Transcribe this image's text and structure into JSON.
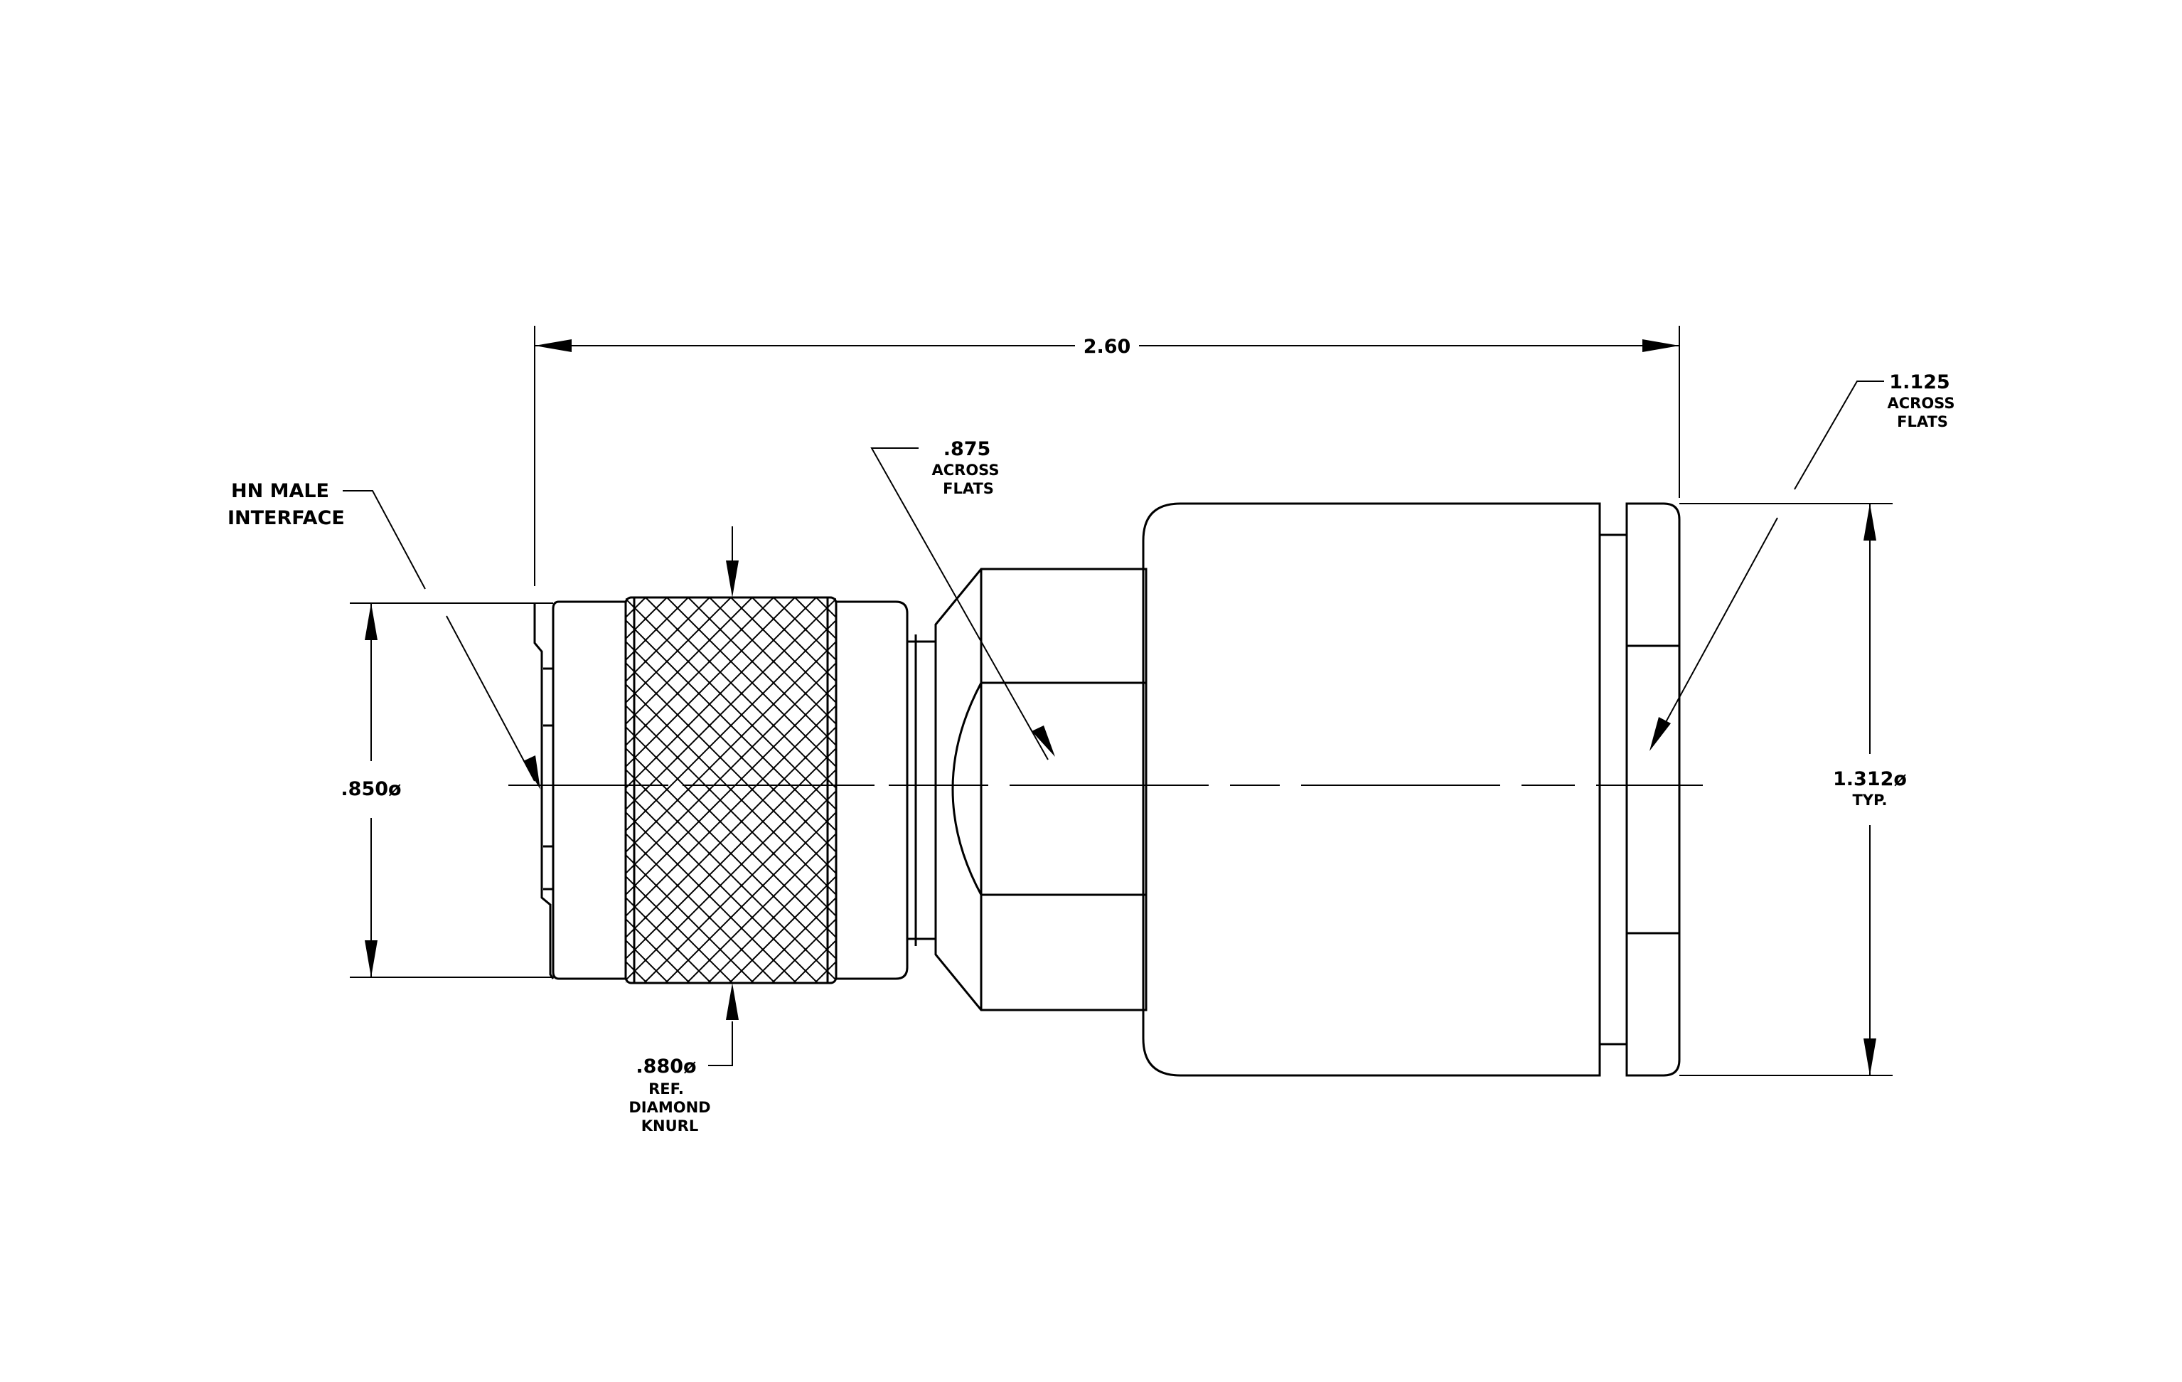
{
  "drawing": {
    "overall_length": "2.60",
    "interface_label": {
      "line1": "HN MALE",
      "line2": "INTERFACE"
    },
    "left_diameter": ".850ø",
    "knurl_label": {
      "dim": ".880ø",
      "line2": "REF.",
      "line3": "DIAMOND",
      "line4": "KNURL"
    },
    "hex_small": {
      "dim": ".875",
      "line2": "ACROSS",
      "line3": "FLATS"
    },
    "hex_large": {
      "dim": "1.125",
      "line2": "ACROSS",
      "line3": "FLATS"
    },
    "right_diameter": {
      "dim": "1.312ø",
      "line2": "TYP."
    },
    "line_color": "#000000",
    "background_color": "#ffffff"
  }
}
